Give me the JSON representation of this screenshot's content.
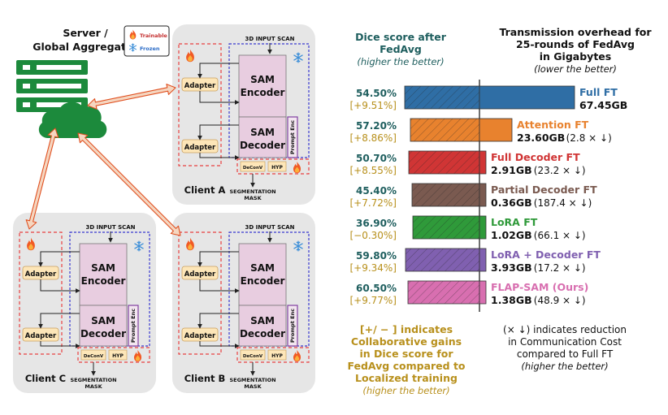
{
  "server": {
    "line1": "Server /",
    "line2": "Global Aggregator"
  },
  "legend": {
    "trainable": "Trainable",
    "frozen": "Frozen"
  },
  "clients": [
    {
      "id": "a",
      "name": "Client A"
    },
    {
      "id": "c",
      "name": "Client C"
    },
    {
      "id": "b",
      "name": "Client B"
    }
  ],
  "block_labels": {
    "input": "3D INPUT SCAN",
    "adapter": "Adapter",
    "sam": "SAM",
    "encoder": "Encoder",
    "decoder": "Decoder",
    "prompt_enc": "Prompt Enc",
    "deconv": "DeConV",
    "hyp": "HYP",
    "seg_line1": "SEGMENTATION",
    "seg_line2": "MASK"
  },
  "dice_header": {
    "line1": "Dice score after",
    "line2": "FedAvg",
    "line3": "(higher the better)"
  },
  "trans_header": {
    "line1": "Transmission overhead for",
    "line2": "25-rounds of FedAvg",
    "line3": "in Gigabytes",
    "line4": "(lower the better)"
  },
  "chart_data": {
    "type": "bar",
    "orientation": "horizontal",
    "series": [
      {
        "name": "Full FT",
        "dice": "54.50%",
        "gain": "[+9.51%]",
        "gb": 67.45,
        "gb_label": "67.45GB",
        "reduction": "",
        "color": "#2f6ea5"
      },
      {
        "name": "Attention FT",
        "dice": "57.20%",
        "gain": "[+8.86%]",
        "gb": 23.6,
        "gb_label": "23.60GB",
        "reduction": "(2.8 × ↓)",
        "color": "#e8822e"
      },
      {
        "name": "Full Decoder FT",
        "dice": "50.70%",
        "gain": "[+8.55%]",
        "gb": 2.91,
        "gb_label": "2.91GB",
        "reduction": "(23.2 × ↓)",
        "color": "#d03535"
      },
      {
        "name": "Partial Decoder FT",
        "dice": "45.40%",
        "gain": "[+7.72%]",
        "gb": 0.36,
        "gb_label": "0.36GB",
        "reduction": "(187.4 × ↓)",
        "color": "#7a5a50"
      },
      {
        "name": "LoRA FT",
        "dice": "36.90%",
        "gain": "[−0.30%]",
        "gb": 1.02,
        "gb_label": "1.02GB",
        "reduction": "(66.1 × ↓)",
        "color": "#2f9a3a"
      },
      {
        "name": "LoRA + Decoder FT",
        "dice": "59.80%",
        "gain": "[+9.34%]",
        "gb": 3.93,
        "gb_label": "3.93GB",
        "reduction": "(17.2 × ↓)",
        "color": "#8060b0"
      },
      {
        "name": "FLAP-SAM (Ours)",
        "dice": "60.50%",
        "gain": "[+9.77%]",
        "gb": 1.38,
        "gb_label": "1.38GB",
        "reduction": "(48.9 × ↓)",
        "color": "#d86fb0"
      }
    ]
  },
  "footer_left": {
    "line1": "[+/ − ] indicates",
    "line2": "Collaborative gains",
    "line3": "in Dice score for",
    "line4": "FedAvg compared to",
    "line5": "Localized training",
    "line6": "(higher the better)"
  },
  "footer_right": {
    "line1": "(× ↓) indicates reduction",
    "line2": "in Communication Cost",
    "line3": "compared to Full FT",
    "line4": "(higher the better)"
  },
  "colors": {
    "teal": "#1e5e5e",
    "gold": "#b8901c",
    "server_green": "#1c8a3c",
    "panel_bg": "#e6e6e6",
    "encoder_fill": "#e8cde0",
    "adapter_fill": "#fde6b8",
    "trainable_border": "#e84040",
    "frozen_border": "#3a3ad0",
    "prompt_border": "#8040a0",
    "arrow_fill": "#f5d6c0",
    "arrow_stroke": "#e05020"
  }
}
